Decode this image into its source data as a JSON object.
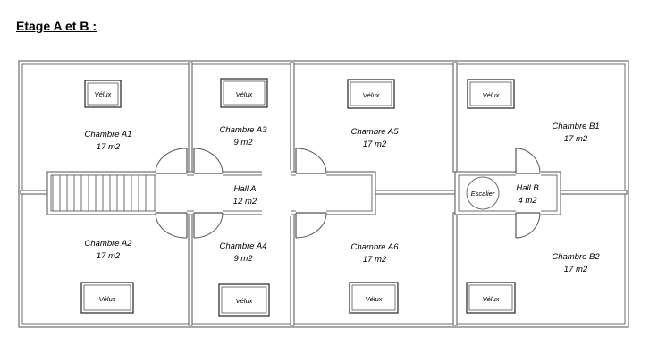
{
  "title": "Etage A et B :",
  "rooms": {
    "a1": {
      "name": "Chambre A1",
      "area": "17 m2"
    },
    "a2": {
      "name": "Chambre A2",
      "area": "17 m2"
    },
    "a3": {
      "name": "Chambre A3",
      "area": "9 m2"
    },
    "a4": {
      "name": "Chambre A4",
      "area": "9 m2"
    },
    "a5": {
      "name": "Chambre A5",
      "area": "17 m2"
    },
    "a6": {
      "name": "Chambre A6",
      "area": "17 m2"
    },
    "b1": {
      "name": "Chambre B1",
      "area": "17 m2"
    },
    "b2": {
      "name": "Chambre B2",
      "area": "17 m2"
    },
    "hall_a": {
      "name": "Hall A",
      "area": "12 m2"
    },
    "hall_b": {
      "name": "Hall B",
      "area": "4 m2"
    }
  },
  "velux_label": "Vélux",
  "escalier_label": "Escalier"
}
